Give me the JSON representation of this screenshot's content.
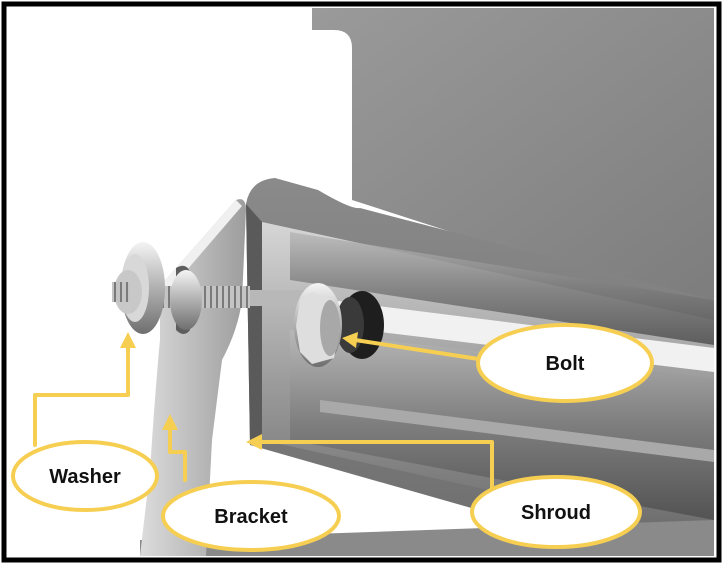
{
  "callouts": [
    {
      "id": "washer",
      "label": "Washer"
    },
    {
      "id": "bracket",
      "label": "Bracket"
    },
    {
      "id": "bolt",
      "label": "Bolt"
    },
    {
      "id": "shroud",
      "label": "Shroud"
    }
  ],
  "colors": {
    "callout_fill": "#ffffff",
    "callout_stroke": "#f6cf52",
    "leader_line": "#f6cf52",
    "metal_light": "#cfcfcf",
    "metal_mid": "#8d8d8d",
    "metal_dark": "#5c5c5c",
    "frame": "#000000"
  }
}
